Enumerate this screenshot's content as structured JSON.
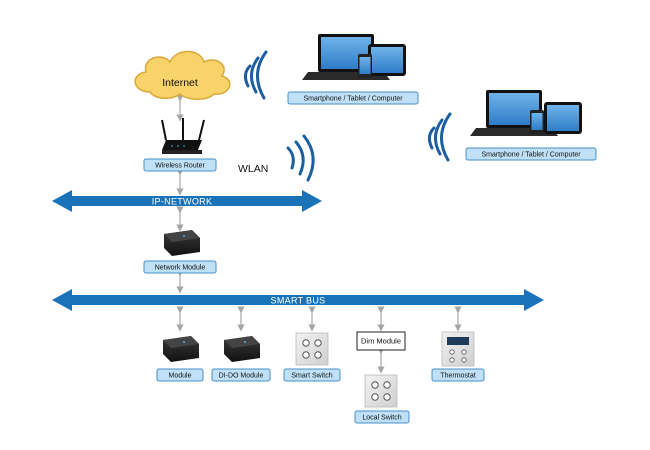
{
  "cloud": {
    "label": "Internet"
  },
  "wlan": {
    "label": "WLAN"
  },
  "buses": {
    "ip": {
      "label": "IP-NETWORK"
    },
    "smart": {
      "label": "SMART BUS"
    }
  },
  "nodes": {
    "router": {
      "label": "Wireless Router"
    },
    "network_module": {
      "label": "Network Module"
    },
    "device_top": {
      "label": "Smartphone / Tablet / Computer"
    },
    "device_right": {
      "label": "Smartphone / Tablet / Computer"
    },
    "module": {
      "label": "Module"
    },
    "dido_module": {
      "label": "DI-DO Module"
    },
    "smart_switch": {
      "label": "Smart  Switch"
    },
    "dim_module": {
      "label": "Dim Module"
    },
    "local_switch": {
      "label": "Local Switch"
    },
    "thermostat": {
      "label": "Thermostat"
    }
  },
  "colors": {
    "bus": "#1a73b8",
    "label_fill": "#bfe0f6",
    "label_stroke": "#4a90c8",
    "cloud": "#f7d36a",
    "connector": "#a6a6a6",
    "wifi": "#1b5fa0"
  }
}
